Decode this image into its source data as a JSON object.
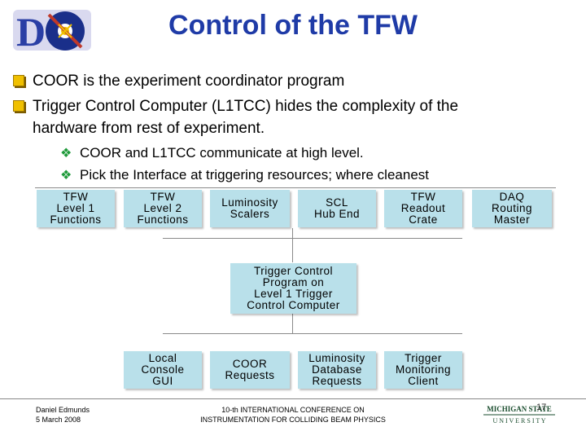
{
  "slide": {
    "title": "Control of the TFW",
    "bullets": [
      "COOR is the experiment coordinator program",
      "Trigger Control Computer (L1TCC) hides the complexity of the",
      "hardware from rest of experiment."
    ],
    "sub_bullets": [
      "COOR and L1TCC communicate at high level.",
      "Pick the Interface at triggering resources; where cleanest"
    ],
    "logo_text": "DØ"
  },
  "diagram": {
    "top_row": [
      "TFW\nLevel 1\nFunctions",
      "TFW\nLevel 2\nFunctions",
      "Luminosity\nScalers",
      "SCL\nHub End",
      "TFW\nReadout\nCrate",
      "DAQ\nRouting\nMaster"
    ],
    "center": "Trigger Control\nProgram on\nLevel 1 Trigger\nControl Computer",
    "bottom_row": [
      "Local\nConsole\nGUI",
      "COOR\nRequests",
      "Luminosity\nDatabase\nRequests",
      "Trigger\nMonitoring\nClient"
    ],
    "colors": {
      "box": "#b9e0ea",
      "title": "#1f3ba7",
      "bullet": "#f0c000",
      "diamond": "#1f9a3a"
    }
  },
  "footer": {
    "author": "Daniel Edmunds",
    "date": "5 March 2008",
    "conference_line1": "10-th INTERNATIONAL CONFERENCE ON",
    "conference_line2": "INSTRUMENTATION FOR COLLIDING BEAM PHYSICS",
    "page_number": "17",
    "msu_line1": "MICHIGAN STATE",
    "msu_line2": "U N I V E R S I T Y"
  }
}
